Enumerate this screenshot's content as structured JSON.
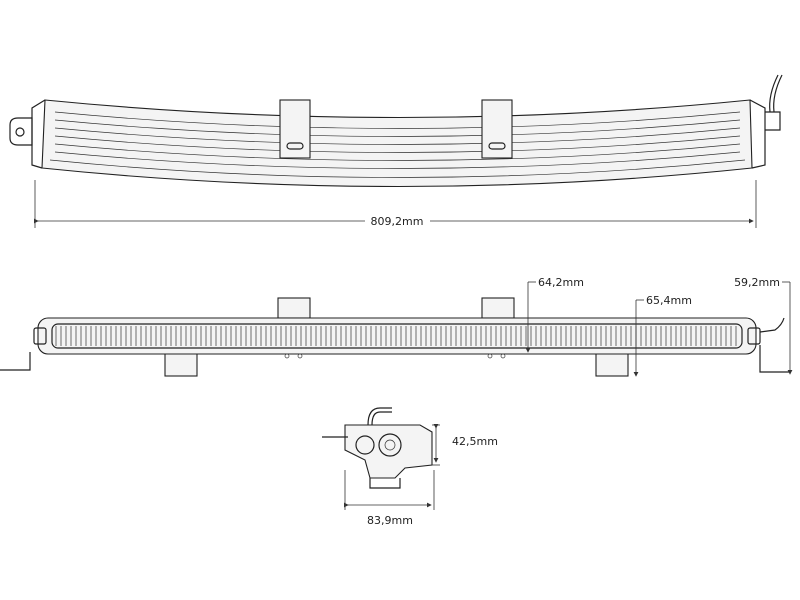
{
  "views": {
    "top": {
      "width_label": "809,2mm"
    },
    "front": {
      "depth_label": "64,2mm",
      "depth_with_bracket_label": "65,4mm",
      "height_label": "59,2mm"
    },
    "side": {
      "height_label": "42,5mm",
      "width_label": "83,9mm"
    }
  }
}
